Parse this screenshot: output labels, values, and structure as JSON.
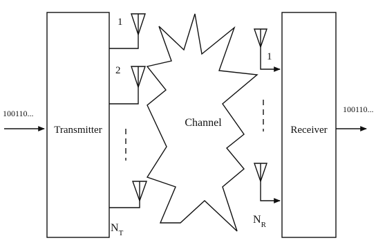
{
  "input_bits": "100110...",
  "output_bits": "100110...",
  "transmitter_label": "Transmitter",
  "receiver_label": "Receiver",
  "channel_label": "Channel",
  "tx_antennas": {
    "labels": [
      "1",
      "2"
    ],
    "last": {
      "main": "N",
      "sub": "T"
    }
  },
  "rx_antennas": {
    "labels": [
      "1"
    ],
    "last": {
      "main": "N",
      "sub": "R"
    }
  }
}
